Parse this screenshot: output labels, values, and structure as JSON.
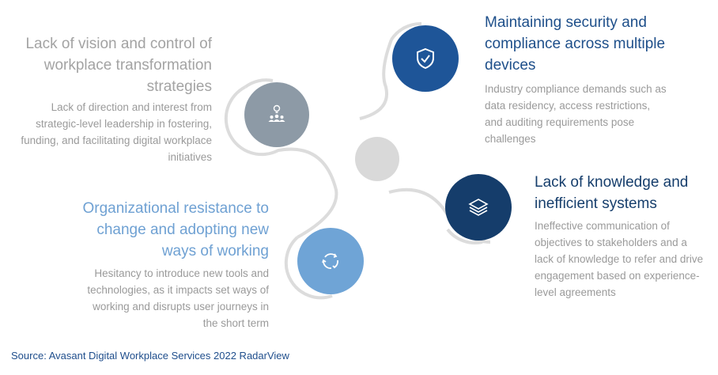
{
  "items": [
    {
      "title": "Lack of vision and control of workplace transformation strategies",
      "description": "Lack of direction and interest from strategic-level leadership in fostering, funding, and facilitating digital workplace initiatives",
      "icon": "team-idea-icon",
      "color": "#8d9aa6",
      "title_color": "#a3a3a3"
    },
    {
      "title": "Maintaining security and compliance across multiple devices",
      "description": "Industry compliance demands such as data residency, access restrictions, and auditing requirements pose challenges",
      "icon": "shield-check-icon",
      "color": "#1e5598",
      "title_color": "#1e4f8a"
    },
    {
      "title": "Lack of knowledge and inefficient systems",
      "description": "Ineffective communication of objectives to stakeholders and a lack of knowledge to refer and drive engagement based on experience-level agreements",
      "icon": "layers-icon",
      "color": "#153d6b",
      "title_color": "#163e6c"
    },
    {
      "title": "Organizational resistance to change and adopting new ways of working",
      "description": "Hesitancy to introduce new tools and technologies, as it impacts set ways of working and disrupts user journeys in the short term",
      "icon": "refresh-icon",
      "color": "#6fa4d6",
      "title_color": "#6fa1d3"
    }
  ],
  "source": "Source: Avasant Digital Workplace Services 2022 RadarView"
}
